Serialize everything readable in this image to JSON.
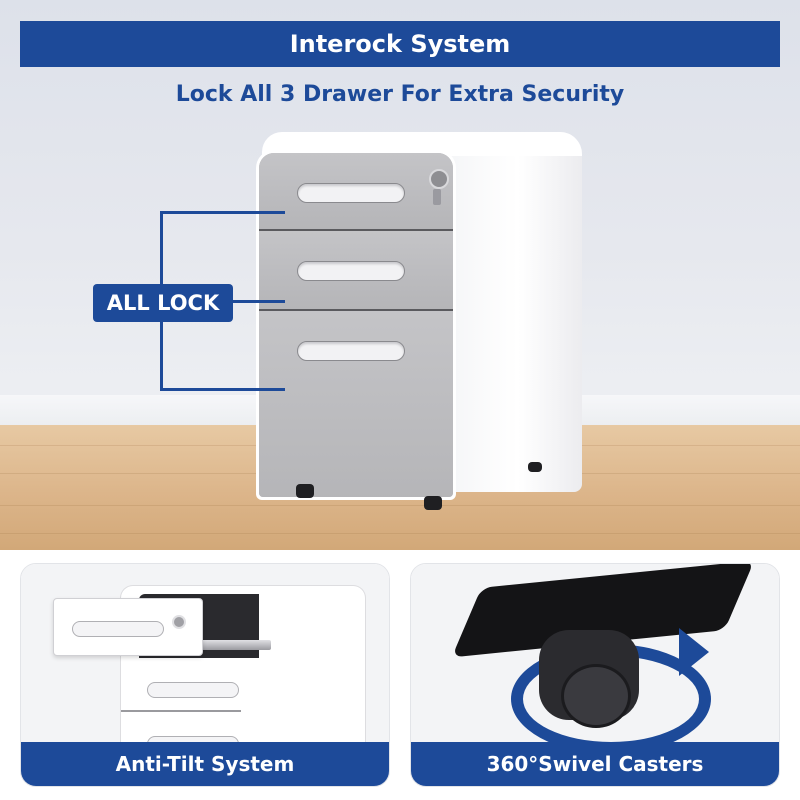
{
  "header": {
    "title": "Interock System",
    "subtitle": "Lock All 3 Drawer For Extra Security"
  },
  "callout": {
    "label": "ALL LOCK"
  },
  "features": [
    {
      "label": "Anti-Tilt System"
    },
    {
      "label": "360°Swivel Casters"
    }
  ],
  "colors": {
    "accent": "#1d4a99",
    "drawer_gray": "#b9b9bc",
    "floor": "#dcb58a"
  }
}
